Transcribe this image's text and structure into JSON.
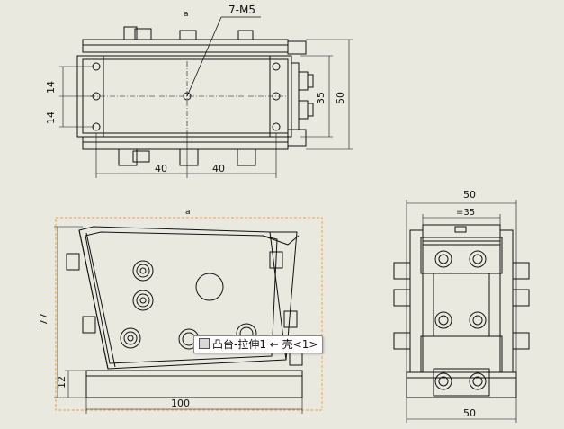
{
  "colors": {
    "background": "#e9e9e0",
    "line": "#111111",
    "selection": "#f0a040",
    "tooltip_bg": "#ffffff"
  },
  "top_view": {
    "mark": "a",
    "callout": "7-M5",
    "dims": {
      "d14a": "14",
      "d14b": "14",
      "d35": "35",
      "d50": "50",
      "d40a": "40",
      "d40b": "40"
    }
  },
  "front_view": {
    "mark": "a",
    "dims": {
      "d77": "77",
      "d12": "12",
      "d100": "100"
    }
  },
  "side_view": {
    "dims": {
      "d50top": "50",
      "d35": "=35",
      "d50bottom": "50"
    }
  },
  "tooltip": {
    "text": "凸台-拉伸1 ← 壳<1>",
    "icon": "feature-icon"
  }
}
